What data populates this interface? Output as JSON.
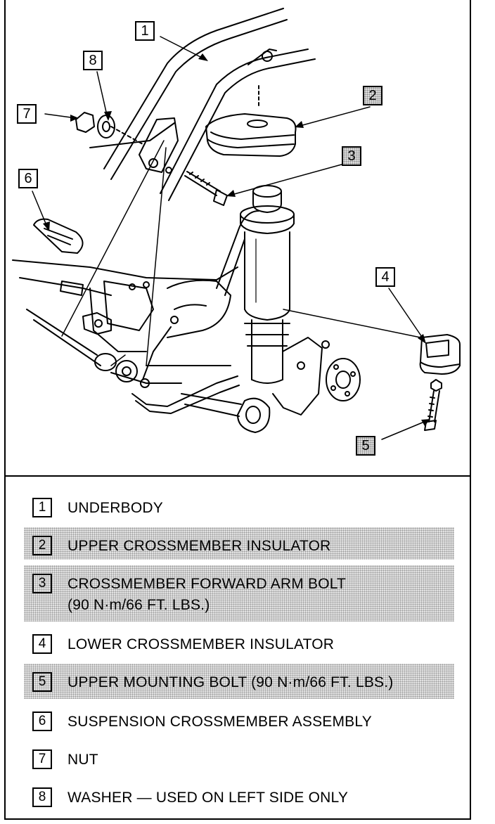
{
  "callouts": [
    "1",
    "2",
    "3",
    "4",
    "5",
    "6",
    "7",
    "8"
  ],
  "legend": [
    {
      "num": "1",
      "text": "UNDERBODY",
      "sub": ""
    },
    {
      "num": "2",
      "text": "UPPER CROSSMEMBER INSULATOR",
      "sub": ""
    },
    {
      "num": "3",
      "text": "CROSSMEMBER FORWARD ARM BOLT",
      "sub": "(90 N·m/66 FT. LBS.)"
    },
    {
      "num": "4",
      "text": "LOWER CROSSMEMBER INSULATOR",
      "sub": ""
    },
    {
      "num": "5",
      "text": "UPPER MOUNTING BOLT (90 N·m/66 FT. LBS.)",
      "sub": ""
    },
    {
      "num": "6",
      "text": "SUSPENSION CROSSMEMBER ASSEMBLY",
      "sub": ""
    },
    {
      "num": "7",
      "text": "NUT",
      "sub": ""
    },
    {
      "num": "8",
      "text": "WASHER — USED ON LEFT SIDE ONLY",
      "sub": ""
    }
  ]
}
